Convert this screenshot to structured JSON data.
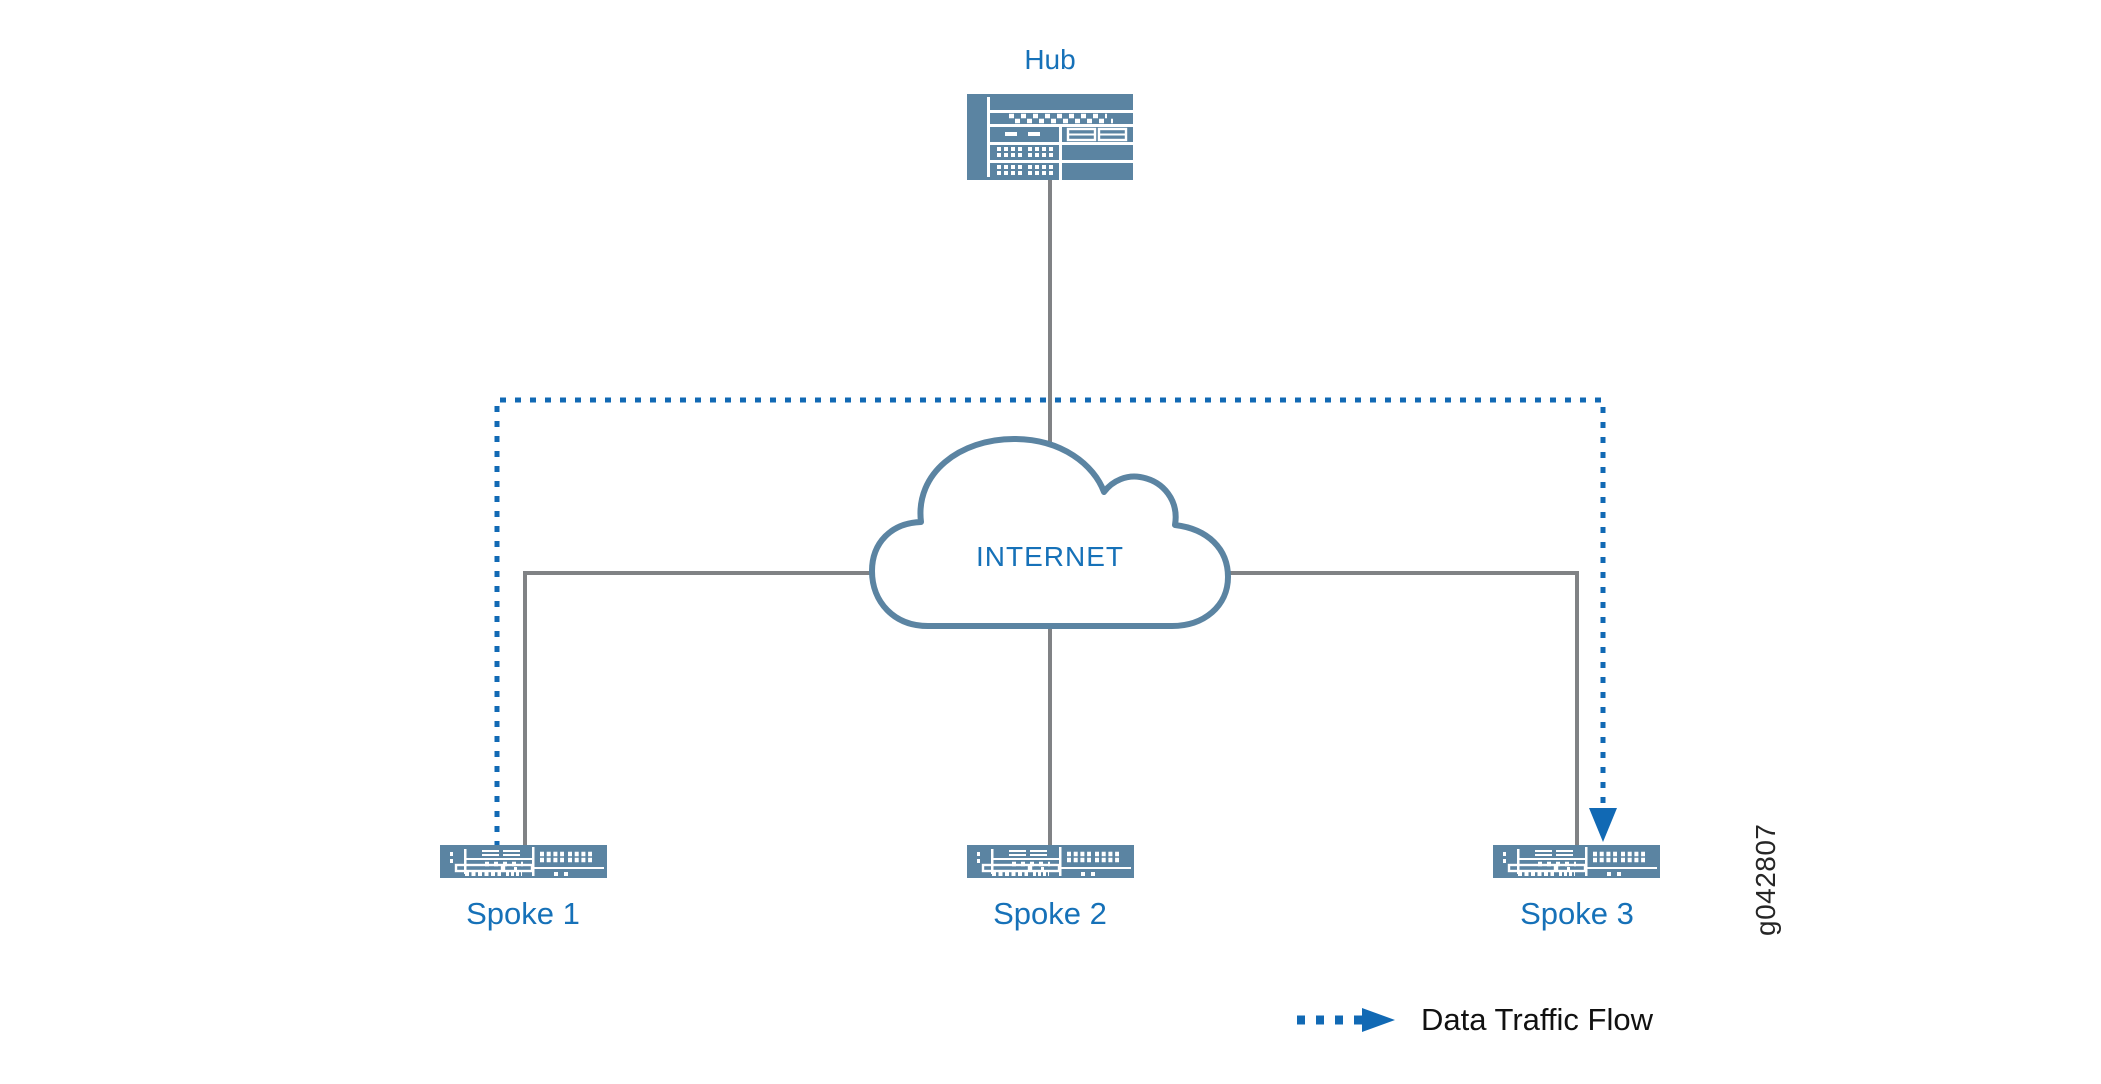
{
  "nodes": {
    "hub": {
      "label": "Hub"
    },
    "internet": {
      "label": "INTERNET"
    },
    "spokes": [
      {
        "label": "Spoke 1"
      },
      {
        "label": "Spoke 2"
      },
      {
        "label": "Spoke 3"
      }
    ]
  },
  "legend": {
    "label": "Data Traffic Flow"
  },
  "figure_id": "g042807",
  "colors": {
    "device_blue": "#5B84A2",
    "connector_gray": "#808285",
    "traffic_blue": "#1169B4",
    "label_blue": "#1671B8",
    "text_dark": "#262626"
  }
}
